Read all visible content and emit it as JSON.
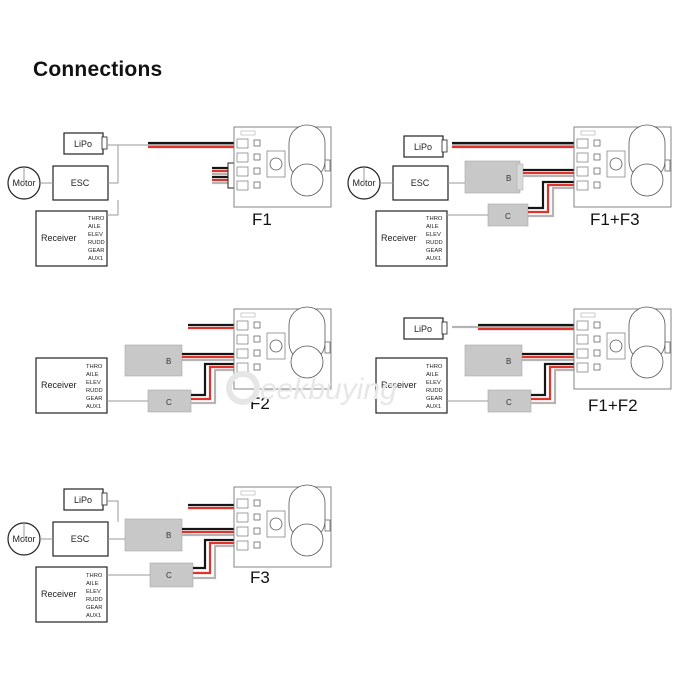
{
  "title": "Connections",
  "labels": {
    "lipo": "LiPo",
    "esc": "ESC",
    "motor": "Motor",
    "receiver": "Receiver",
    "channels": [
      "THRO",
      "AILE",
      "ELEV",
      "RUDD",
      "GEAR",
      "AUX1"
    ],
    "module_b": "B",
    "module_c": "C"
  },
  "diagrams": [
    {
      "id": "f1",
      "caption": "F1"
    },
    {
      "id": "f1f3",
      "caption": "F1+F3"
    },
    {
      "id": "f2",
      "caption": "F2"
    },
    {
      "id": "f1f2",
      "caption": "F1+F2"
    },
    {
      "id": "f3",
      "caption": "F3"
    }
  ],
  "watermark": "eekbuying",
  "colors": {
    "wire_red": "#e0332c",
    "wire_black": "#151515",
    "wire_gray": "#b4b4b4",
    "module_gray": "#c8c8c8"
  }
}
